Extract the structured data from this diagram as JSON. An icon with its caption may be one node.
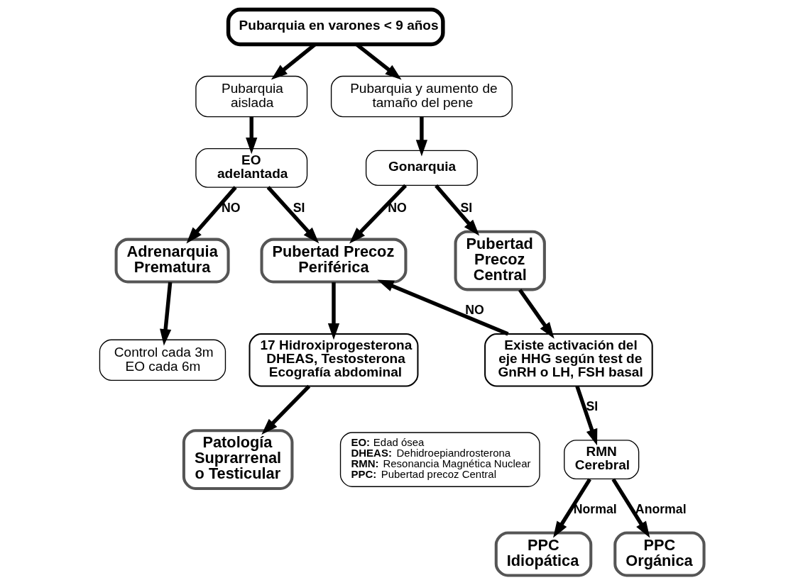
{
  "diagram": {
    "nodes": [
      {
        "text": [
          "Pubarquia en varones < 9 años"
        ]
      },
      {
        "text": [
          "Pubarquia aislada"
        ]
      },
      {
        "text": [
          "Pubarquia y aumento de tamaño del pene"
        ]
      },
      {
        "text": [
          "EO adelantada"
        ]
      },
      {
        "text": [
          "Gonarquia"
        ]
      },
      {
        "text": [
          "Adrenarquia Prematura"
        ]
      },
      {
        "text": [
          "Pubertad Precoz Periférica"
        ]
      },
      {
        "text": [
          "Pubertad Precoz Central"
        ]
      },
      {
        "text": [
          "Control cada 3m EO cada 6m"
        ]
      },
      {
        "text": [
          "17 Hidroxiprogesterona DHEAS, Testosterona Ecografía abdominal"
        ]
      },
      {
        "text": [
          "Existe activación del eje HHG según test de GnRH o LH, FSH basal"
        ]
      },
      {
        "text": [
          "Patología Suprarrenal o Testicular"
        ]
      },
      {
        "text": [
          "RMN Cerebral"
        ]
      },
      {
        "text": [
          "PPC Idiopática"
        ]
      },
      {
        "text": [
          "PPC Orgánica"
        ]
      },
      {
        "text": [
          "**EO:** Edad ósea",
          "**DHEAS:** Dehidroepiandrosterona",
          "**RMN:** Resonancia Magnética Nuclear",
          "**PPC:** Pubertad precoz Central"
        ]
      }
    ],
    "edges": [
      {
        "from": 0,
        "to": 1,
        "arrow": "to"
      },
      {
        "from": 0,
        "to": 2,
        "arrow": "to"
      },
      {
        "from": 1,
        "to": 3,
        "arrow": "to"
      },
      {
        "from": 2,
        "to": 4,
        "arrow": "to"
      },
      {
        "from": 3,
        "to": 5,
        "label": "NO",
        "arrow": "to"
      },
      {
        "from": 3,
        "to": 6,
        "label": "SI",
        "arrow": "to"
      },
      {
        "from": 4,
        "to": 6,
        "label": "NO",
        "arrow": "to"
      },
      {
        "from": 4,
        "to": 7,
        "label": "SI",
        "arrow": "to"
      },
      {
        "from": 5,
        "to": 8,
        "arrow": "to"
      },
      {
        "from": 6,
        "to": 9,
        "arrow": "to"
      },
      {
        "from": 7,
        "to": 10,
        "arrow": "to"
      },
      {
        "from": 10,
        "to": 6,
        "label": "NO",
        "arrow": "to"
      },
      {
        "from": 9,
        "to": 11,
        "arrow": "to"
      },
      {
        "from": 10,
        "to": 12,
        "label": "SI",
        "arrow": "to"
      },
      {
        "from": 12,
        "to": 13,
        "label": "Normal",
        "arrow": "to"
      },
      {
        "from": 12,
        "to": 14,
        "label": "Anormal",
        "arrow": "to"
      }
    ]
  }
}
